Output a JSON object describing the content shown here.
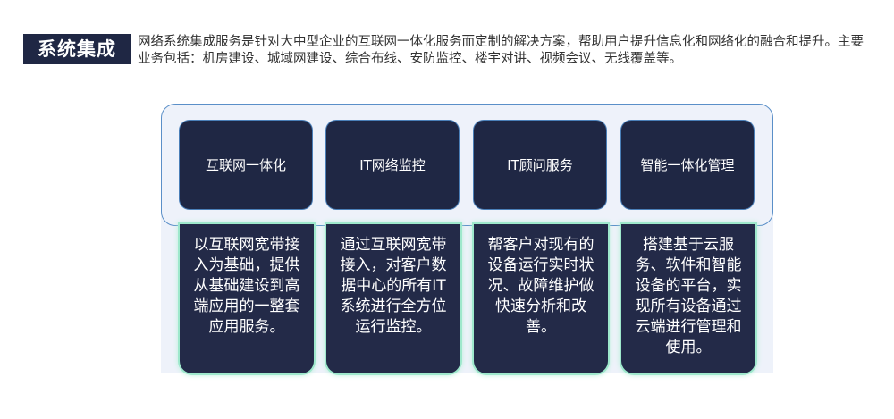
{
  "header": {
    "title": "系统集成",
    "intro": "网络系统集成服务是针对大中型企业的互联网一体化服务而定制的解决方案，帮助用户提升信息化和网络化的融合和提升。主要业务包括：机房建设、城域网建设、综合布线、安防监控、楼宇对讲、视频会议、无线覆盖等。"
  },
  "services": [
    {
      "name": "互联网一体化",
      "description": "以互联网宽带接入为基础，提供从基础建设到高端应用的一整套应用服务。"
    },
    {
      "name": "IT网络监控",
      "description": "通过互联网宽带接入，对客户数据中心的所有IT系统进行全方位运行监控。"
    },
    {
      "name": "IT顾问服务",
      "description": "帮客户对现有的设备运行实时状况、故障维护做快速分析和改善。"
    },
    {
      "name": "智能一体化管理",
      "description": "搭建基于云服务、软件和智能设备的平台，实现所有设备通过云端进行管理和使用。"
    }
  ],
  "colors": {
    "navy": "#1f2744",
    "panel": "#eef2fa",
    "panel_border": "#5a8fc8",
    "glow": "#9ee8cc"
  }
}
